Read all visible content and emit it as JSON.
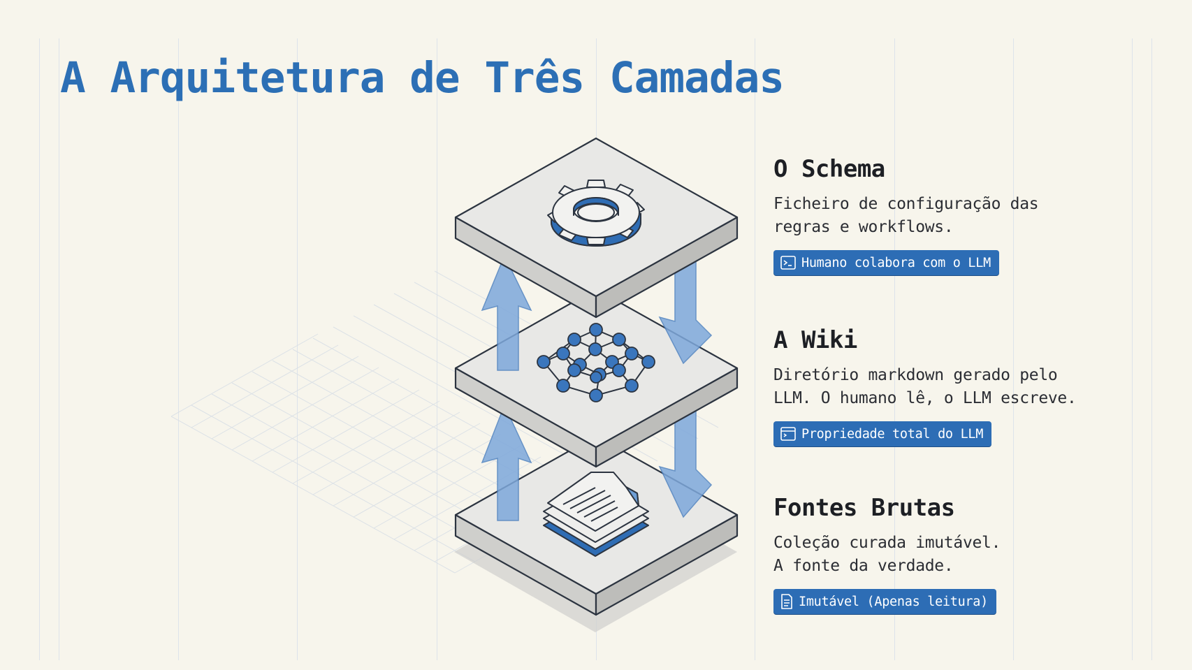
{
  "title": "A Arquitetura de Três Camadas",
  "colors": {
    "accent": "#2c6fb5",
    "badge_bg": "#2d6db5",
    "layer_face": "#e9e9e7",
    "arrow": "#5b8fcb"
  },
  "layers": [
    {
      "title": "O Schema",
      "description": "Ficheiro de configuração das\nregras e workflows.",
      "badge": "Humano colabora com o LLM",
      "badge_icon": "terminal-icon",
      "layer_icon": "gear-icon"
    },
    {
      "title": "A Wiki",
      "description": "Diretório markdown gerado pelo\nLLM. O humano lê, o LLM escreve.",
      "badge": "Propriedade total do LLM",
      "badge_icon": "window-icon",
      "layer_icon": "network-graph-icon"
    },
    {
      "title": "Fontes Brutas",
      "description": "Coleção curada imutável.\nA fonte da verdade.",
      "badge": "Imutável (Apenas leitura)",
      "badge_icon": "document-icon",
      "layer_icon": "document-stack-icon"
    }
  ]
}
